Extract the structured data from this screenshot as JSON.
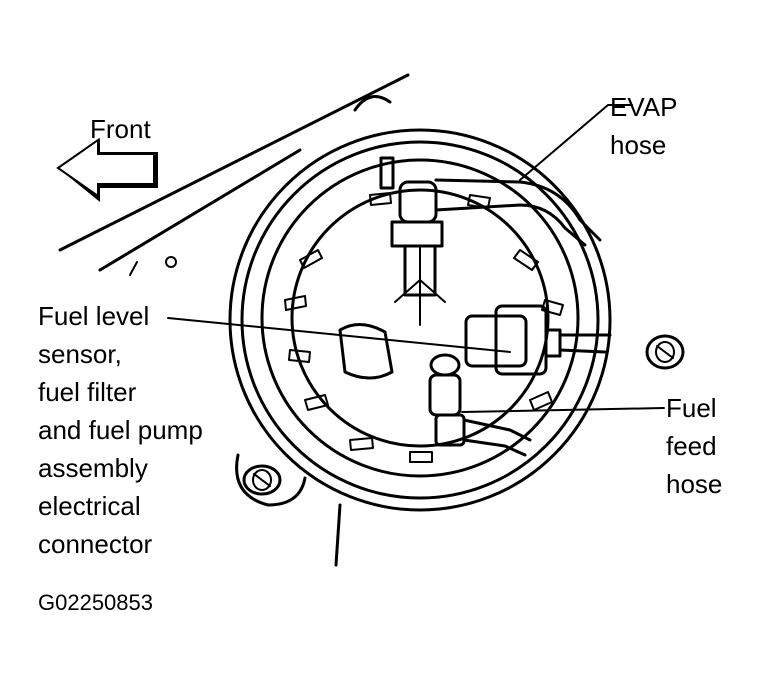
{
  "labels": {
    "front": "Front",
    "evap_line1": "EVAP",
    "evap_line2": "hose",
    "fuel_level_lines": [
      "Fuel level",
      "sensor,",
      "fuel filter",
      "and fuel pump",
      "assembly",
      "electrical",
      "connector"
    ],
    "fuel_feed_lines": [
      "Fuel",
      "feed",
      "hose"
    ],
    "figure_id": "G02250853"
  },
  "icons": {
    "front_arrow": "left-arrow-icon"
  },
  "colors": {
    "line": "#000000",
    "background": "#ffffff"
  }
}
